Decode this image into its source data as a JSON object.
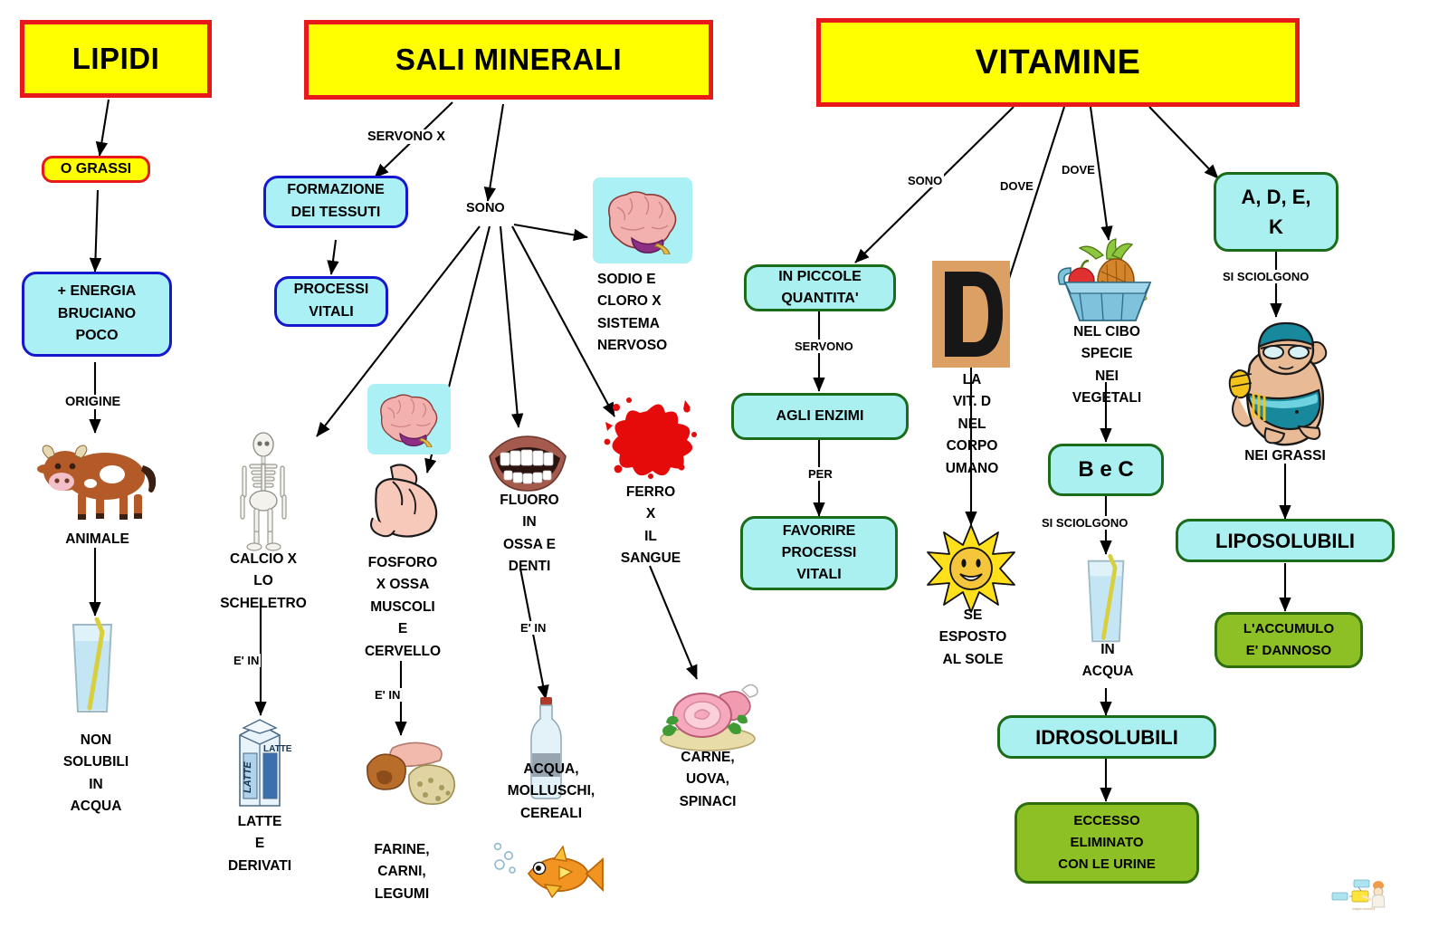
{
  "titles": {
    "lipidi": "LIPIDI",
    "sali_minerali": "SALI    MINERALI",
    "vitamine": "VITAMINE"
  },
  "lipidi_branch": {
    "grassi": "O   GRASSI",
    "energia": "+   ENERGIA\nBRUCIANO\nPOCO",
    "edge_origine": "ORIGINE",
    "animale": "ANIMALE",
    "non_solubili": "NON\nSOLUBILI\nIN\nACQUA"
  },
  "sali_branch": {
    "edge_servono_x": "SERVONO   X",
    "edge_sono": "SONO",
    "formazione_tessuti": "FORMAZIONE\nDEI    TESSUTI",
    "processi_vitali": "PROCESSI\nVITALI",
    "sodio_cloro": "SODIO   E\nCLORO   X\nSISTEMA\nNERVOSO",
    "calcio": "CALCIO   X\nLO\nSCHELETRO",
    "edge_e_in_calcio": "E'   IN",
    "latte": "LATTE\nE\nDERIVATI",
    "fosforo": "FOSFORO\nX  OSSA\nMUSCOLI\nE\nCERVELLO",
    "edge_e_in_fosforo": "E'   IN",
    "farine": "FARINE,\nCARNI,\nLEGUMI",
    "fluoro": "FLUORO\nIN\nOSSA   E\nDENTI",
    "edge_e_in_fluoro": "E'  IN",
    "acqua_molluschi": "ACQUA,\nMOLLUSCHI,\nCEREALI",
    "ferro": "FERRO\nX\nIL\nSANGUE",
    "carne_uova": "CARNE,\nUOVA,\nSPINACI"
  },
  "vitamine_branch": {
    "edge_sono": "SONO",
    "edge_dove_1": "DOVE",
    "edge_dove_2": "DOVE",
    "piccole_quantita": "IN    PICCOLE\nQUANTITA'",
    "edge_servono": "SERVONO",
    "agli_enzimi": "AGLI    ENZIMI",
    "edge_per": "PER",
    "favorire": "FAVORIRE\nPROCESSI\nVITALI",
    "vit_d_caption": "LA\nVIT.  D\nNEL\nCORPO\nUMANO",
    "sole_caption": "SE\nESPOSTO\nAL  SOLE",
    "cibo_caption": "NEL   CIBO\nSPECIE\nNEI\nVEGETALI",
    "b_e_c": "B   e   C",
    "edge_si_sciolgono_bc": "SI      SCIOLGONO",
    "acqua_caption": "IN\nACQUA",
    "idrosolubili": "IDROSOLUBILI",
    "eccesso": "ECCESSO\nELIMINATO\nCON  LE  URINE",
    "adek": "A,  D,  E,\nK",
    "edge_si_sciolgono_adek": "SI     SCIOLGONO",
    "grassi_caption": "NEI    GRASSI",
    "liposolubili": "LIPOSOLUBILI",
    "accumulo": "L'ACCUMULO\nE'    DANNOSO"
  },
  "icons": {
    "cow": "cow-icon",
    "glass_water": "glass-of-water-icon",
    "skeleton": "skeleton-icon",
    "milk_carton": "milk-carton-icon",
    "brain": "brain-icon",
    "muscle_arm": "flexed-biceps-icon",
    "meat_bread": "meat-and-bread-icon",
    "teeth_mouth": "mouth-teeth-icon",
    "bottle": "water-bottle-icon",
    "fish": "fish-icon",
    "blood_splat": "blood-splatter-icon",
    "ham_plate": "ham-on-plate-icon",
    "letter_d": "letter-d-stamp-icon",
    "sun": "smiling-sun-icon",
    "fruit_basket": "fruit-basket-icon",
    "fat_swimmer": "fat-swimmer-icon",
    "watermark": "website-watermark-logo"
  },
  "colors": {
    "banner_fill": "#ffff00",
    "banner_border": "#e8191b",
    "cyan_fill": "#aaf0f5",
    "blue_border": "#1717cf",
    "green_border": "#1a6b1a",
    "olive_fill": "#8cc024",
    "olive_border": "#2e6e0f",
    "arrow": "#000000"
  }
}
